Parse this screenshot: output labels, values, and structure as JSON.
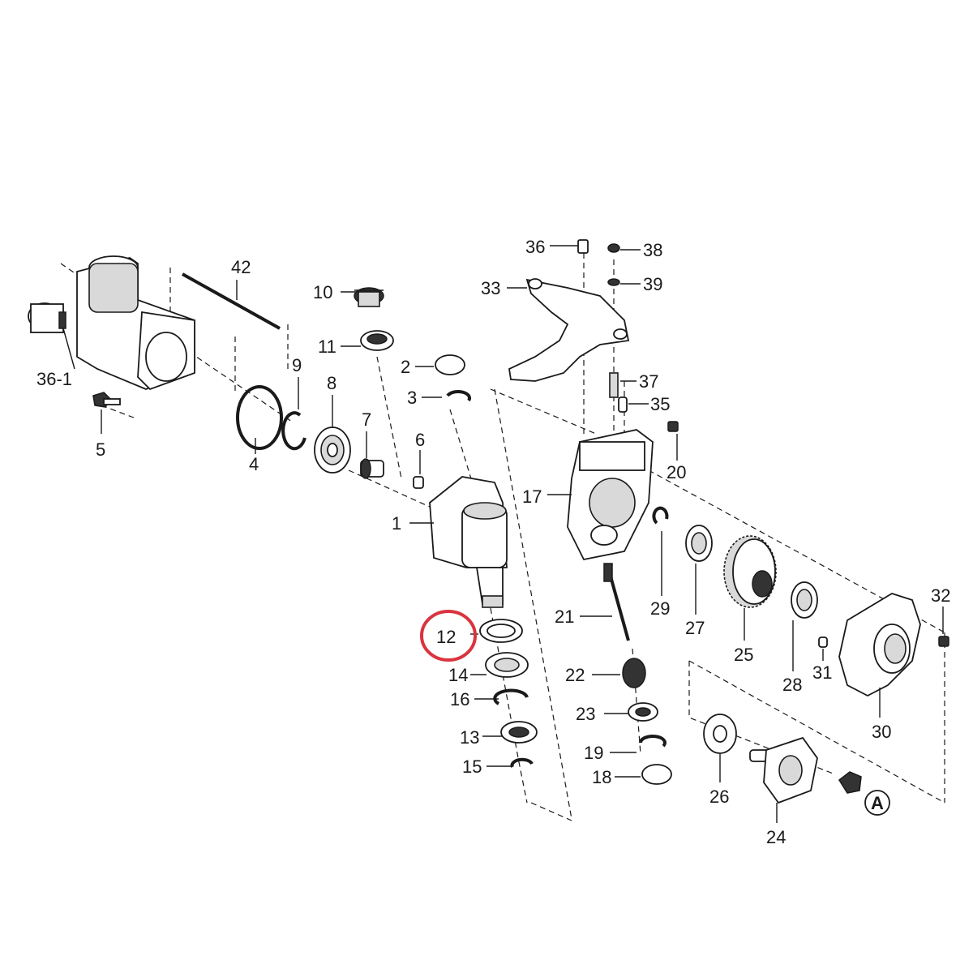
{
  "highlight_color": "#d9343f",
  "highlighted_part": "12",
  "marker_A": "A",
  "labels": {
    "p1": "1",
    "p2": "2",
    "p3": "3",
    "p4": "4",
    "p5": "5",
    "p6": "6",
    "p7": "7",
    "p8": "8",
    "p9": "9",
    "p10": "10",
    "p11": "11",
    "p12": "12",
    "p13": "13",
    "p14": "14",
    "p15": "15",
    "p16": "16",
    "p17": "17",
    "p18": "18",
    "p19": "19",
    "p20": "20",
    "p21": "21",
    "p22": "22",
    "p23": "23",
    "p24": "24",
    "p25": "25",
    "p26": "26",
    "p27": "27",
    "p28": "28",
    "p29": "29",
    "p30": "30",
    "p31": "31",
    "p32": "32",
    "p33": "33",
    "p35": "35",
    "p36": "36",
    "p36_1": "36-1",
    "p37": "37",
    "p38": "38",
    "p39": "39",
    "p42": "42"
  }
}
